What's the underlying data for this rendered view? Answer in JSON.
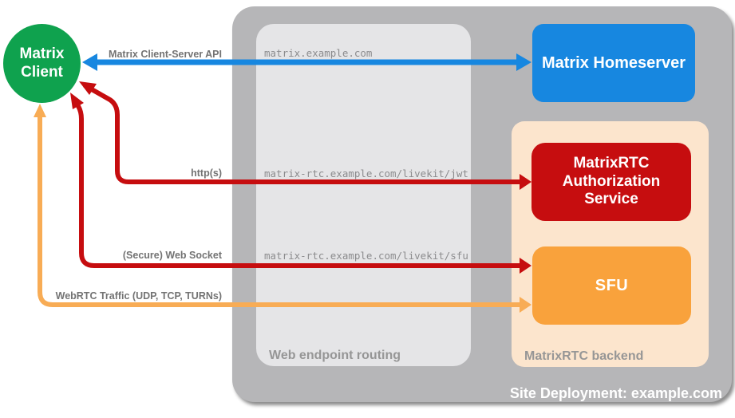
{
  "colors": {
    "client-green": "#0FA24E",
    "homeserver-blue": "#1787E0",
    "service-red": "#C60D0F",
    "sfu-orange": "#F9A23C",
    "arrow-orange": "#F8AC55",
    "backend-peach": "#FCE5CD",
    "container-gray": "#B6B6B8",
    "panel-gray": "#E5E5E7",
    "edge-label-gray": "#737373",
    "section-label-gray": "#969696",
    "route-text-gray": "#8C8C8E"
  },
  "nodes": {
    "client": {
      "label": "Matrix Client"
    },
    "homeserver": {
      "label": "Matrix Homeserver"
    },
    "auth_service": {
      "label": "MatrixRTC Authorization Service"
    },
    "sfu": {
      "label": "SFU"
    }
  },
  "containers": {
    "site": {
      "label": "Site Deployment: example.com"
    },
    "web_routing": {
      "label": "Web endpoint routing"
    },
    "backend": {
      "label": "MatrixRTC backend"
    }
  },
  "edges": {
    "client_server_api": {
      "label": "Matrix Client-Server API",
      "route": "matrix.example.com",
      "color": "#1787E0"
    },
    "https": {
      "label": "http(s)",
      "route": "matrix-rtc.example.com/livekit/jwt",
      "color": "#C60D0F"
    },
    "websocket": {
      "label": "(Secure) Web Socket",
      "route": "matrix-rtc.example.com/livekit/sfu",
      "color": "#C60D0F"
    },
    "webrtc": {
      "label": "WebRTC Traffic (UDP, TCP, TURNs)",
      "color": "#F8AC55"
    }
  }
}
